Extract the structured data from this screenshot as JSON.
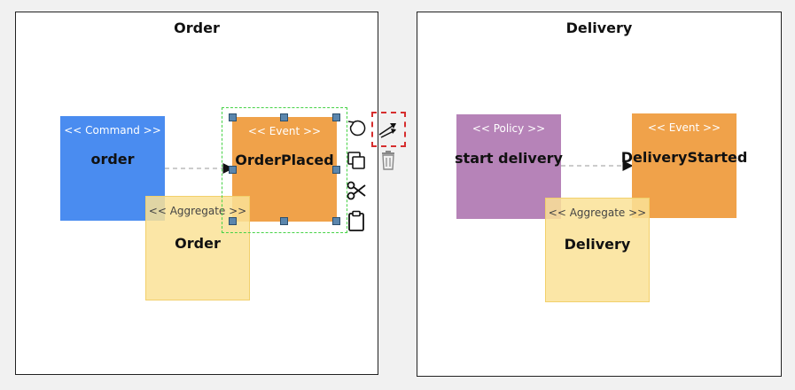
{
  "contexts": [
    {
      "title": "Order"
    },
    {
      "title": "Delivery"
    }
  ],
  "order_context": {
    "command": {
      "stereotype": "<< Command >>",
      "name": "order"
    },
    "event": {
      "stereotype": "<< Event >>",
      "name": "OrderPlaced"
    },
    "aggregate": {
      "stereotype": "<< Aggregate >>",
      "name": "Order"
    }
  },
  "delivery_context": {
    "policy": {
      "stereotype": "<< Policy >>",
      "name": "start delivery"
    },
    "event": {
      "stereotype": "<< Event >>",
      "name": "DeliveryStarted"
    },
    "aggregate": {
      "stereotype": "<< Aggregate >>",
      "name": "Delivery"
    }
  },
  "colors": {
    "command": "#4a8cf0",
    "event": "#f0a24a",
    "policy": "#b683b8",
    "aggregate": "#fae296",
    "selection": "#46d246",
    "highlight": "#d62e2e"
  },
  "toolbar": [
    "rotate-icon",
    "relation-arrow-icon",
    "copy-icon",
    "trash-icon",
    "scissors-icon",
    "clipboard-icon"
  ]
}
